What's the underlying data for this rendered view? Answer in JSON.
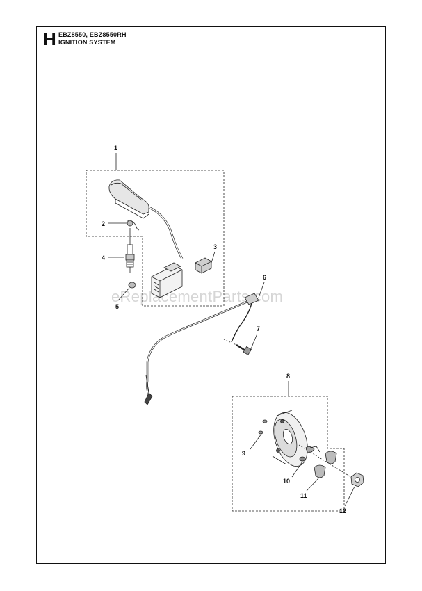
{
  "header": {
    "section_letter": "H",
    "models": "EBZ8550, EBZ8550RH",
    "title": "IGNITION SYSTEM"
  },
  "watermark": "eReplacementParts.com",
  "callouts": [
    {
      "id": "1",
      "label": "1"
    },
    {
      "id": "2",
      "label": "2"
    },
    {
      "id": "3",
      "label": "3"
    },
    {
      "id": "4",
      "label": "4"
    },
    {
      "id": "5",
      "label": "5"
    },
    {
      "id": "6",
      "label": "6"
    },
    {
      "id": "7",
      "label": "7"
    },
    {
      "id": "8",
      "label": "8"
    },
    {
      "id": "9",
      "label": "9"
    },
    {
      "id": "10",
      "label": "10"
    },
    {
      "id": "11",
      "label": "11"
    },
    {
      "id": "12",
      "label": "12"
    }
  ]
}
